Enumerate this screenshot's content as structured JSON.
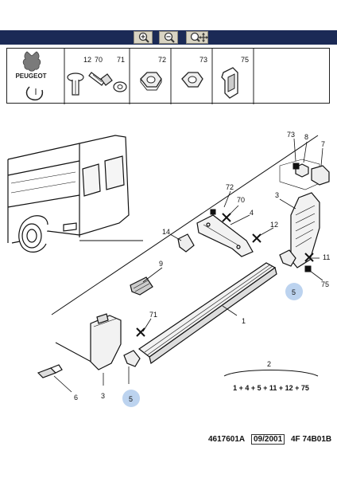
{
  "brand": {
    "name": "PEUGEOT"
  },
  "toolbar": {
    "buttons": [
      {
        "icon": "zoom-in-icon"
      },
      {
        "icon": "zoom-out-icon"
      },
      {
        "icon": "zoom-pan-icon"
      }
    ]
  },
  "parts_header": {
    "items": [
      {
        "number": "12"
      },
      {
        "number": "70"
      },
      {
        "number": "71"
      },
      {
        "number": "72"
      },
      {
        "number": "73"
      },
      {
        "number": "75"
      }
    ]
  },
  "callouts": {
    "c73": "73",
    "c8": "8",
    "c7": "7",
    "c3_top": "3",
    "c72": "72",
    "c70": "70",
    "c4": "4",
    "c14": "14",
    "c12": "12",
    "c11": "11",
    "c75": "75",
    "c5_top": "5",
    "c9": "9",
    "c1": "1",
    "c71": "71",
    "c6": "6",
    "c3_bottom": "3",
    "c5_bottom": "5",
    "c2": "2"
  },
  "kit": {
    "formula": "1 + 4 + 5 + 11 + 12 + 75"
  },
  "footer": {
    "ref1": "4617601A",
    "date": "09/2001",
    "ref2": "4F 74B01B"
  },
  "colors": {
    "toolbar": "#1b2a56",
    "highlight": "#bcd3ef",
    "button": "#d9d4c3"
  }
}
